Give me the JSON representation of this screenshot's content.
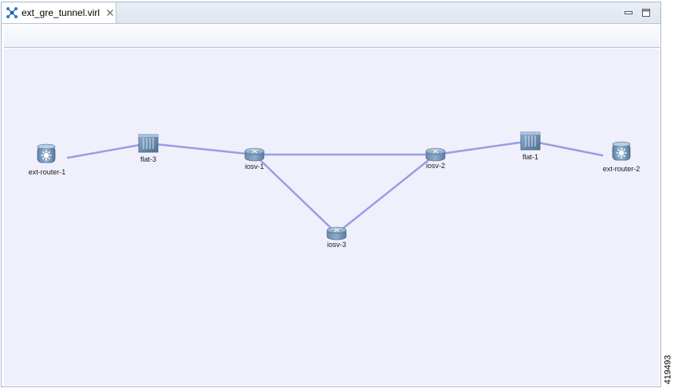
{
  "tab": {
    "title": "ext_gre_tunnel.virl",
    "icon": "topology-icon",
    "close_icon": "close-icon"
  },
  "window_controls": {
    "minimize_icon": "minimize-icon",
    "maximize_icon": "maximize-icon"
  },
  "link_color": "#9b9be6",
  "nodes": [
    {
      "id": "ext-router-1",
      "label": "ext-router-1",
      "type": "external-router"
    },
    {
      "id": "flat-3",
      "label": "flat-3",
      "type": "flat-network"
    },
    {
      "id": "iosv-1",
      "label": "iosv-1",
      "type": "iosv-router"
    },
    {
      "id": "iosv-2",
      "label": "iosv-2",
      "type": "iosv-router"
    },
    {
      "id": "iosv-3",
      "label": "iosv-3",
      "type": "iosv-router"
    },
    {
      "id": "flat-1",
      "label": "flat-1",
      "type": "flat-network"
    },
    {
      "id": "ext-router-2",
      "label": "ext-router-2",
      "type": "external-router"
    }
  ],
  "links": [
    [
      "ext-router-1",
      "flat-3"
    ],
    [
      "flat-3",
      "iosv-1"
    ],
    [
      "iosv-1",
      "iosv-2"
    ],
    [
      "iosv-1",
      "iosv-3"
    ],
    [
      "iosv-3",
      "iosv-2"
    ],
    [
      "iosv-2",
      "flat-1"
    ],
    [
      "flat-1",
      "ext-router-2"
    ]
  ],
  "figure_id": "419493"
}
